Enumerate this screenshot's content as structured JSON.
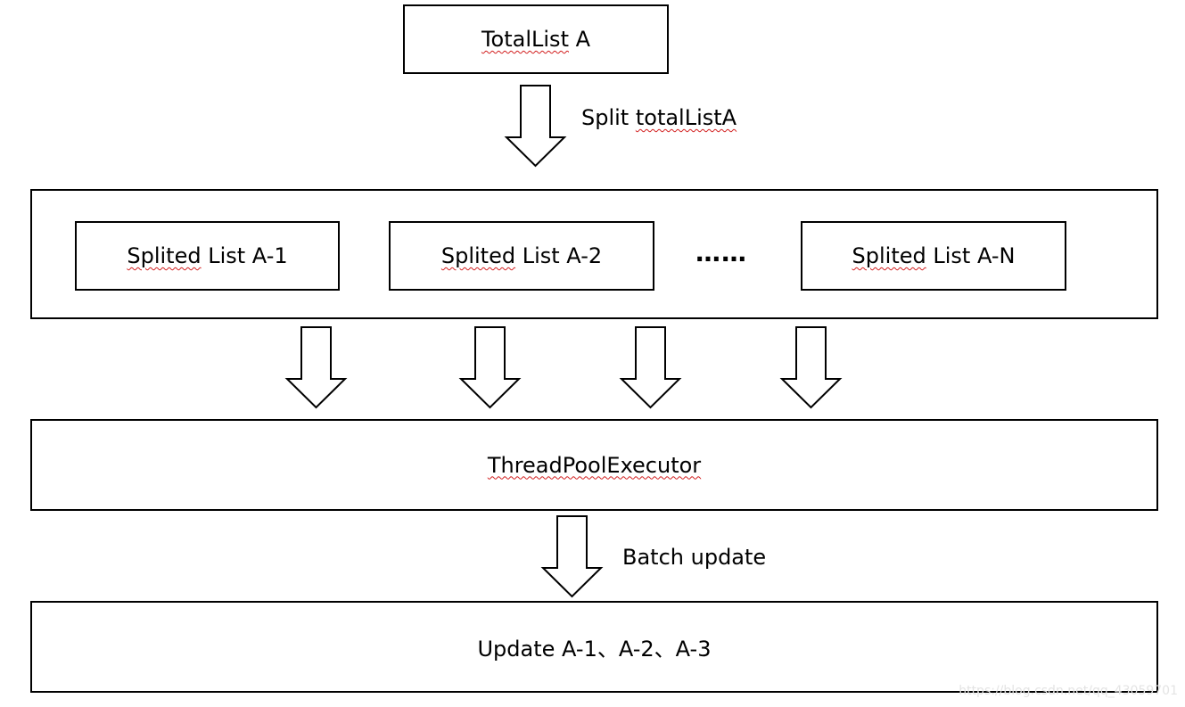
{
  "nodes": {
    "total_list": {
      "prefix": "",
      "underlined": "TotalList",
      "suffix": " A"
    },
    "split_1": {
      "prefix": "",
      "underlined": "Splited",
      "suffix": " List A-1"
    },
    "split_2": {
      "prefix": "",
      "underlined": "Splited",
      "suffix": " List A-2"
    },
    "split_n": {
      "prefix": "",
      "underlined": "Splited",
      "suffix": " List A-N"
    },
    "ellipsis": "……",
    "executor": {
      "prefix": "",
      "underlined": "ThreadPoolExecutor",
      "suffix": ""
    },
    "update": "Update A-1、A-2、A-3"
  },
  "edges": {
    "split_label": {
      "prefix": "Split ",
      "underlined": "totalListA",
      "suffix": ""
    },
    "batch_label": "Batch update"
  },
  "watermark": "https://blog.csdn.net/qq_43059701",
  "colors": {
    "stroke": "#000000",
    "background": "#ffffff",
    "spellcheck_underline": "#d21f1f",
    "watermark": "#e4e4e4"
  },
  "icons": {
    "flow_arrow": "hollow-down-arrow"
  }
}
